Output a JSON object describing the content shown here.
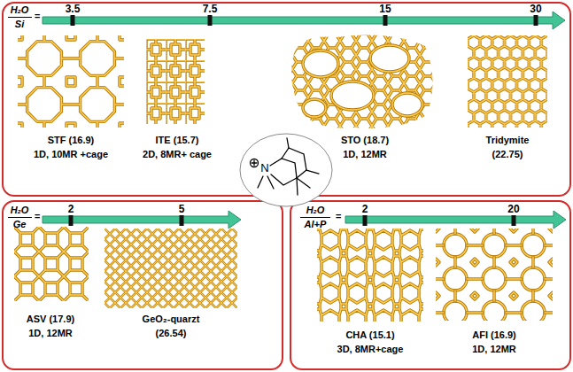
{
  "diagram": {
    "nodes": [
      {
        "text": [
          "H₂O",
          "Si",
          "=",
          "3.5",
          "7.5",
          "15",
          "30",
          "STF (16.9)",
          "1D, 10MR +cage",
          "ITE (15.7)",
          "2D, 8MR+ cage",
          "STO (18.7)",
          "1D, 12MR",
          "Tridymite",
          "(22.75)"
        ]
      },
      {
        "text": [
          "H₂O",
          "Ge",
          "=",
          "2",
          "5",
          "ASV (17.9)",
          "1D, 12MR",
          "GeO₂-quarzt",
          "(26.54)"
        ]
      },
      {
        "text": [
          "H₂O",
          "Al+P",
          "=",
          "2",
          "20",
          "CHA (15.1)",
          "3D, 8MR+cage",
          "AFI (16.9)",
          "1D, 12MR"
        ]
      },
      {
        "text": [
          "N"
        ]
      }
    ]
  }
}
